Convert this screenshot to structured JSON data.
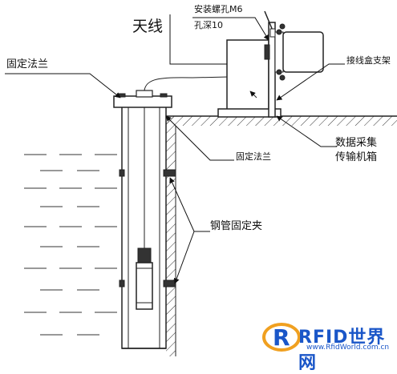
{
  "labels": {
    "antenna": "天线",
    "mount_hole": "安装螺孔M6",
    "hole_depth": "孔深10",
    "flange_left": "固定法兰",
    "junction_bracket": "接线盒支架",
    "flange_ground": "固定法兰",
    "collector_line1": "数据采集",
    "collector_line2": "传输机箱",
    "pipe_clamp": "钢管固定夹"
  },
  "logo": {
    "text": "RFID世界网",
    "url": "www.RfidWorld.com.cn"
  },
  "colors": {
    "line": "#222222",
    "logo_blue": "#1a56c8",
    "logo_orange": "#f0a020"
  }
}
